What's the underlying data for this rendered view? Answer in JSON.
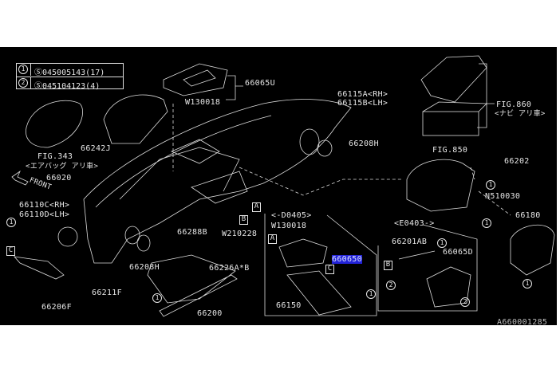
{
  "legend": [
    {
      "num": "1",
      "code": "Ⓢ045005143(17)"
    },
    {
      "num": "2",
      "code": "Ⓢ045104123(4)"
    }
  ],
  "labels": {
    "p66065U": "66065U",
    "w130018_top": "W130018",
    "p66115A": "66115A<RH>",
    "p66115B": "66115B<LH>",
    "fig860": "FIG.860",
    "fig860_note": "<ナビ アリ車>",
    "fig343": "FIG.343",
    "fig343_note": "<エアバッグ アリ車>",
    "p66242J": "66242J",
    "p66208H_right": "66208H",
    "fig850": "FIG.850",
    "p66202": "66202",
    "p66020": "66020",
    "front": "FRONT",
    "n510030": "N510030",
    "p66110C": "66110C<RH>",
    "p66110D": "66110D<LH>",
    "p66180": "66180",
    "p66288B": "66288B",
    "w210228": "W210228",
    "d0405": "<-D0405>",
    "w130018_mid": "W130018",
    "e0403": "<E0403->",
    "p66201AB": "66201AB",
    "p66065D": "66065D",
    "p660650": "660650",
    "p66208H_left": "66208H",
    "p66226AB": "66226A*B",
    "p66211F": "66211F",
    "p66206F": "66206F",
    "p66200": "66200",
    "p66150": "66150",
    "drawing_id": "A660001285"
  },
  "refs": {
    "A": "A",
    "B": "B",
    "C": "C",
    "one": "1",
    "two": "2"
  },
  "colors": {
    "background": "#000000",
    "line": "#e6e6e6",
    "highlight": "#2323d8"
  }
}
